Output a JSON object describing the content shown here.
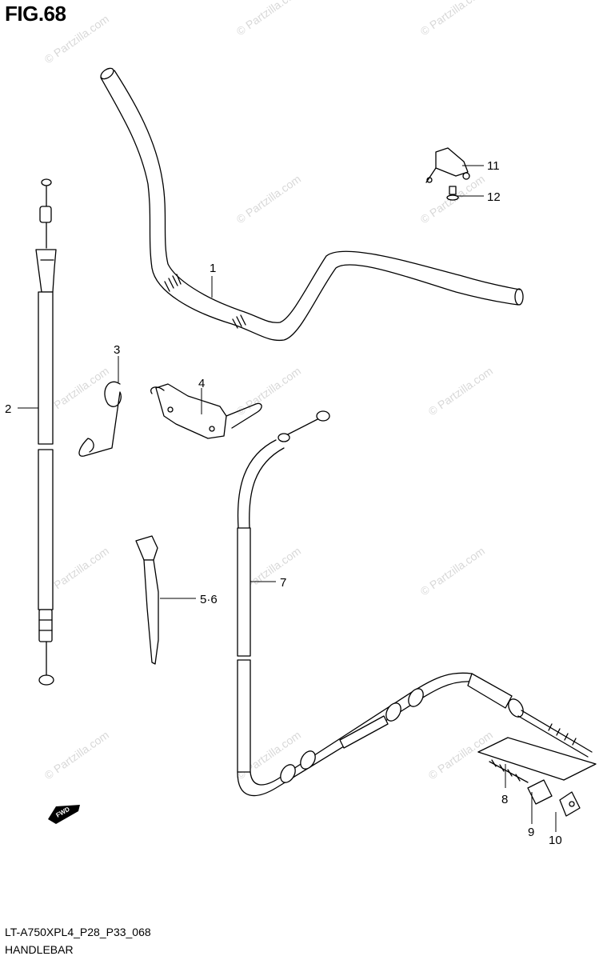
{
  "figure": {
    "title": "FIG.68",
    "watermark": "© Partzilla.com",
    "footer_code": "LT-A750XPL4_P28_P33_068",
    "footer_name": "HANDLEBAR"
  },
  "callouts": [
    {
      "id": "c1",
      "label": "1"
    },
    {
      "id": "c2",
      "label": "2"
    },
    {
      "id": "c3",
      "label": "3"
    },
    {
      "id": "c4",
      "label": "4"
    },
    {
      "id": "c56",
      "label": "5·6"
    },
    {
      "id": "c7",
      "label": "7"
    },
    {
      "id": "c8",
      "label": "8"
    },
    {
      "id": "c9",
      "label": "9"
    },
    {
      "id": "c10",
      "label": "10"
    },
    {
      "id": "c11",
      "label": "11"
    },
    {
      "id": "c12",
      "label": "12"
    }
  ],
  "fwd_arrow": {
    "label": "FWD"
  }
}
